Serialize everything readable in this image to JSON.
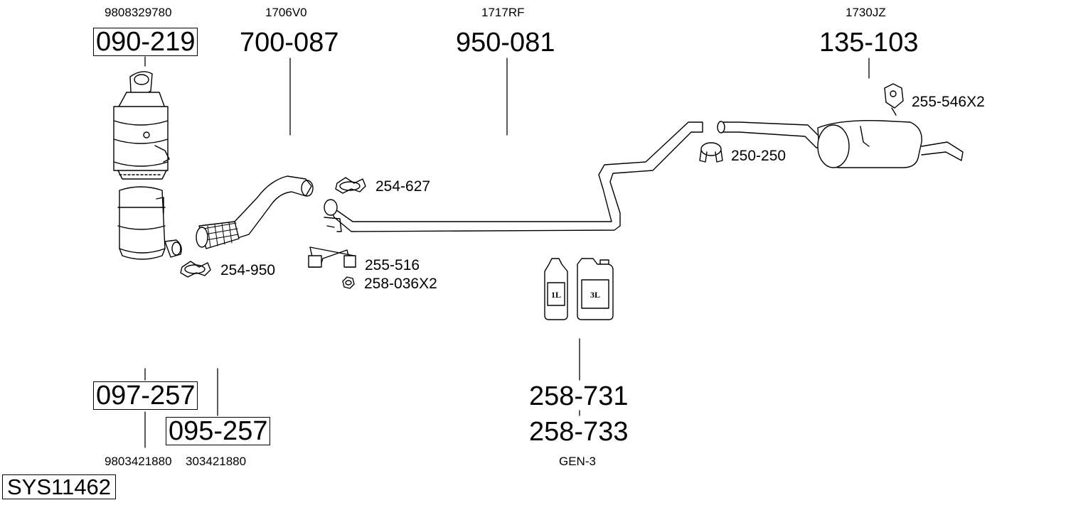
{
  "refs": {
    "cat_ref": "9808329780",
    "front_pipe_ref": "1706V0",
    "middle_pipe_ref": "1717RF",
    "rear_silencer_ref": "1730JZ",
    "dpf_ref_a": "9803421880",
    "dpf_ref_b": "303421880",
    "fluid_ref": "GEN-3"
  },
  "parts": {
    "catalyst": "090-219",
    "front_pipe": "700-087",
    "middle_pipe": "950-081",
    "rear_silencer": "135-103",
    "dpf_a": "097-257",
    "dpf_b": "095-257",
    "fluid_1l": "258-731",
    "fluid_3l": "258-733"
  },
  "accessories": {
    "clamp_254_627": "254-627",
    "clamp_254_950": "254-950",
    "bracket_255_516": "255-516",
    "nut_258_036": "258-036X2",
    "clamp_250_250": "250-250",
    "hanger_255_546": "255-546X2"
  },
  "containers": {
    "bottle_label": "1L",
    "can_label": "3L"
  },
  "system_id": "SYS11462"
}
